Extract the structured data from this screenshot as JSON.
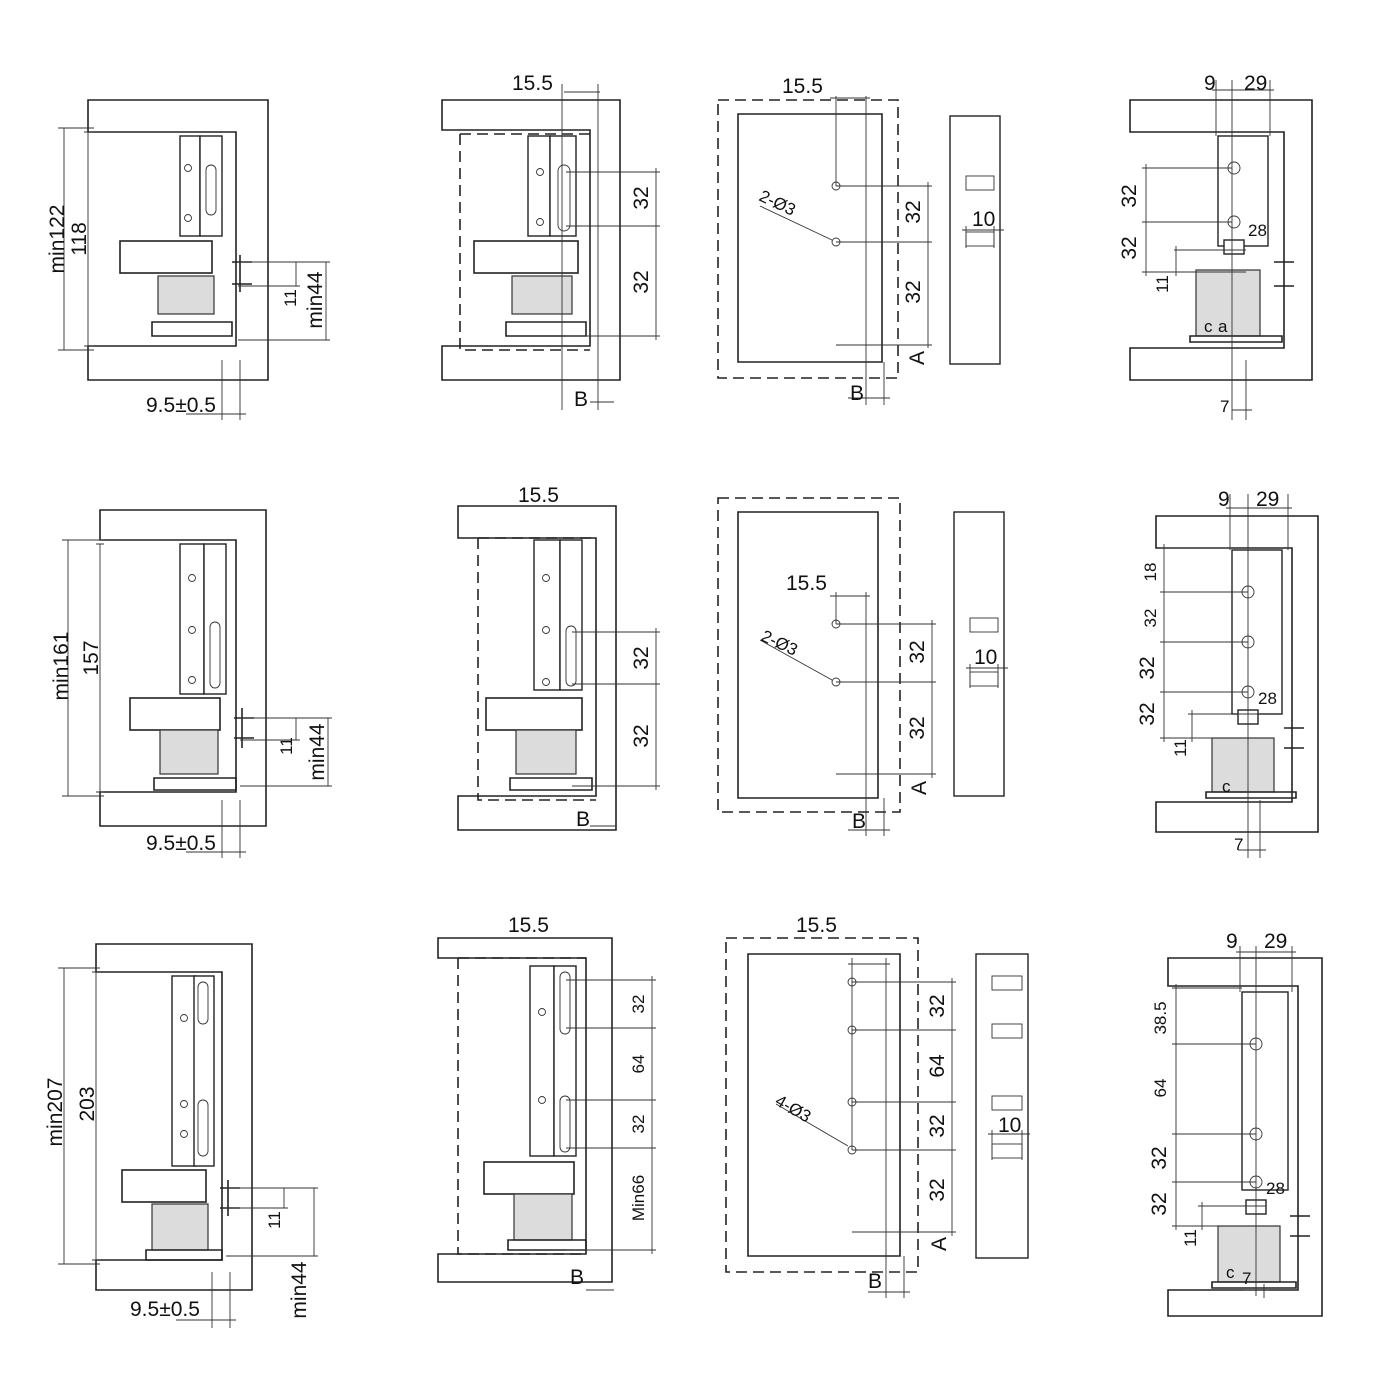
{
  "rows": [
    {
      "row": 1,
      "side_view": {
        "min_height": "min122",
        "height": "118",
        "gap": "11",
        "min_offset": "min44",
        "tolerance": "9.5±0.5"
      },
      "cabinet_view": {
        "offset": "15.5",
        "dim_top": "32",
        "dim_bottom": "32",
        "ref_b": "B"
      },
      "drawer_view": {
        "offset": "15.5",
        "holes": "2-Ø3",
        "dim_top": "32",
        "dim_bottom": "32",
        "ref_a": "A",
        "ref_b": "B"
      },
      "rail_profile": {
        "width": "10"
      },
      "bracket_view": {
        "dim_9": "9",
        "dim_29": "29",
        "dim_a": "32",
        "dim_b": "32",
        "dim_28": "28",
        "dim_11": "11",
        "dim_7": "7",
        "label_c": "c",
        "label_a": "a"
      }
    },
    {
      "row": 2,
      "side_view": {
        "min_height": "min161",
        "height": "157",
        "gap": "11",
        "min_offset": "min44",
        "tolerance": "9.5±0.5"
      },
      "cabinet_view": {
        "offset": "15.5",
        "dim_top": "32",
        "dim_bottom": "32",
        "ref_b": "B"
      },
      "drawer_view": {
        "offset": "15.5",
        "holes": "2-Ø3",
        "dim_top": "32",
        "dim_bottom": "32",
        "ref_a": "A",
        "ref_b": "B"
      },
      "rail_profile": {
        "width": "10"
      },
      "bracket_view": {
        "dim_9": "9",
        "dim_29": "29",
        "dim_18": "18",
        "dim_a": "32",
        "dim_b": "32",
        "dim_c": "32",
        "dim_28": "28",
        "dim_11": "11",
        "dim_7": "7",
        "label_c": "c"
      }
    },
    {
      "row": 3,
      "side_view": {
        "min_height": "min207",
        "height": "203",
        "gap": "11",
        "min_offset": "min44",
        "tolerance": "9.5±0.5"
      },
      "cabinet_view": {
        "offset": "15.5",
        "dim_a": "32",
        "dim_b": "64",
        "dim_c": "32",
        "dim_min": "Min66",
        "ref_b": "B"
      },
      "drawer_view": {
        "offset": "15.5",
        "holes": "4-Ø3",
        "dim_a": "32",
        "dim_b": "64",
        "dim_c": "32",
        "dim_d": "32",
        "ref_a": "A",
        "ref_b": "B"
      },
      "rail_profile": {
        "width": "10"
      },
      "bracket_view": {
        "dim_9": "9",
        "dim_29": "29",
        "dim_385": "38.5",
        "dim_64": "64",
        "dim_a": "32",
        "dim_b": "32",
        "dim_28": "28",
        "dim_11": "11",
        "dim_7": "7",
        "label_c": "c"
      }
    }
  ]
}
